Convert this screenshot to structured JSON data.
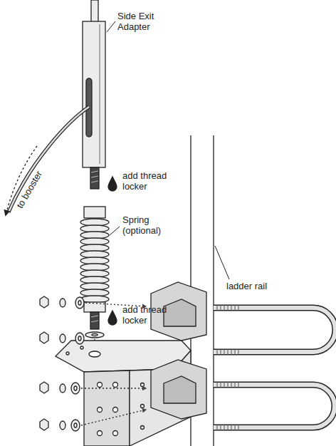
{
  "diagram": {
    "labels": [
      "Side Exit Adapter",
      "add thread locker",
      "Spring (optional)",
      "add thread locker",
      "ladder rail",
      "to booster"
    ]
  }
}
